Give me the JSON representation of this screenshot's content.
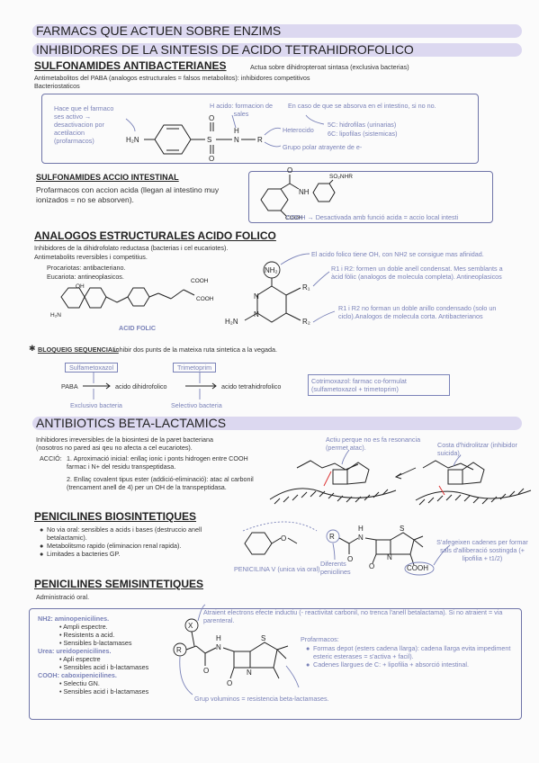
{
  "title": "FARMACS QUE ACTUEN SOBRE ENZIMS",
  "subtitle": "INHIBIDORES DE LA SINTESIS DE ACIDO TETRAHIDROFOLICO",
  "sulfa": {
    "heading": "SULFONAMIDES ANTIBACTERIANES",
    "heading_note": "Actua sobre dihidropteroat sintasa (exclusiva bacterias)",
    "line1": "Antimetabolitos del PABA (analogos estructurales = falsos metabolitos): inhibidores competitivos",
    "line2": "Bacteriostaticos",
    "note_prodrug": "Hace que el farmaco ses activo → desactivacion por acetilacion (profarmacos)",
    "note_h": "H acido: formacion de sales",
    "note_absorb": "En caso de que se absorva en el intestino, si no no.",
    "note_hetero": "Heterocido",
    "note_5c": "5C: hidrofilas (urinarias)",
    "note_6c": "6C: lipofilas (sistemicas)",
    "note_polar": "Grupo polar atrayente de e-",
    "mol_labels": {
      "h2n": "H₂N",
      "s": "S",
      "o": "O",
      "n": "N",
      "h": "H",
      "r": "R"
    }
  },
  "intestinal": {
    "heading": "SULFONAMIDES ACCIO INTESTINAL",
    "text": "Profarmacos con accion acida (llegan al intestino muy ionizados = no se absorven).",
    "note": "COOH → Desactivada amb funció acida = accio local intesti",
    "mol_labels": {
      "so2nhr": "SO₂NHR",
      "cooh": "COOH",
      "nh": "NH",
      "o": "O"
    }
  },
  "folic": {
    "heading": "ANALOGOS ESTRUCTURALES ACIDO FOLICO",
    "line1": "Inhibidores de la dihidrofolato reductasa (bacterias i cel eucariotes).",
    "line2": "Antimetabolits reversibles i competitius.",
    "line3": "Procariotas: antibacteriano.",
    "line4": "Eucariota: antineoplasicos.",
    "acid_label": "ACID FOLIC",
    "note_nh2": "El acido folico tiene OH, con NH2 se consigue mas afinidad.",
    "note_r1r2": "R1 i R2: formen un doble anell condensat. Mes semblants a àcid fòlic (analogos de molecula completa). Antineoplasicos",
    "note_r1r2b": "R1 i R2 no forman un doble anillo condensado (solo un ciclo).Analogos de molecula corta. Antibacterianos",
    "mol_labels": {
      "nh2": "NH₂",
      "r1": "R₁",
      "r2": "R₂",
      "h2n": "H₂N",
      "n": "N",
      "oh": "OH",
      "cooh": "COOH"
    }
  },
  "bloqueig": {
    "label": "BLOQUEIG SEQUENCIAL:",
    "text": "inhibir dos punts de la mateixa ruta sintetica a la vegada.",
    "paba": "PABA",
    "dihidro": "acido dihidrofolico",
    "tetra": "acido tetrahidrofolico",
    "sulfa_drug": "Sulfametoxazol",
    "trime_drug": "Trimetoprim",
    "excl": "Exclusivo bacteria",
    "selec": "Selectivo bacteria",
    "cotri": "Cotrimoxazol: farmac co-formulat (sulfametoxazol + trimetoprim)"
  },
  "beta": {
    "title": "ANTIBIOTICS BETA-LACTAMICS",
    "line1": "Inhibidores irreversibles de la biosintesi de la paret bacteriana",
    "line2": "(nosotros no pared asi qeu no afecta a cel eucariotes).",
    "accio": "ACCIÓ:",
    "step1": "1.  Aproximació inicial: enllaç ionic i ponts hidrogen entre COOH farmac i N+ del residu transpeptidasa.",
    "step2": "2.  Enllaç covalent tipus ester (addició-eliminació): atac al carbonil (trencament anell de 4) per un OH de la transpeptidasa.",
    "note_actiu": "Actiu perque no es fa resonancia (permet atac).",
    "note_cost": "Costa d'hidrolitzar (inhibidor suicida)."
  },
  "biosint": {
    "heading": "PENICILINES BIOSINTETIQUES",
    "items": [
      "No via oral: sensibles a acids i bases (destruccio anell betalactamic).",
      "Metabolitsmo rapido (eliminacion renal rapida).",
      "Limitades a bacteries GP."
    ],
    "pen_label": "PENICILINA V (unica via oral)",
    "note_diff": "Diferents penicilines",
    "note_cad": "S'afegeixen cadenes per formar sals d'alliberació sostingda (+ lipofilia + t1/2)",
    "mol_labels": {
      "r": "R",
      "s": "S",
      "n": "N",
      "h": "H",
      "o": "O",
      "cooh": "COOH"
    }
  },
  "semisint": {
    "heading": "PENICILINES SEMISINTETIQUES",
    "admin": "Administració oral.",
    "groups": [
      {
        "title": "NH2: aminopenicilines.",
        "items": [
          "Ampli espectre.",
          "Resistents a acid.",
          "Sensibles b-lactamases"
        ]
      },
      {
        "title": "Urea: ureidopenicilines.",
        "items": [
          "Apli espectre",
          "Sensibles acid i b-lactamases"
        ]
      },
      {
        "title": "COOH: caboxipenicilines.",
        "items": [
          "Selectiu GN.",
          "Sensibles acid i b-lactamases"
        ]
      }
    ],
    "note_x": "Atraient electrons efecte inductiu (- reactivitat carbonil, no trenca l'anell betalactama). Si no atraient = via parenteral.",
    "profarm": "Profarmacos:",
    "prof_items": [
      "Formas depot (esters cadena llarga): cadena llarga evita impediment esteric esterases = s'activa + facil).",
      "Cadenes llargues de C: + lipofilia + absorció intestinal."
    ],
    "note_grup": "Grup voluminos = resistencia beta-lactamases.",
    "mol_labels": {
      "x": "X",
      "r": "R",
      "n": "N",
      "h": "H",
      "o": "O",
      "s": "S"
    }
  }
}
